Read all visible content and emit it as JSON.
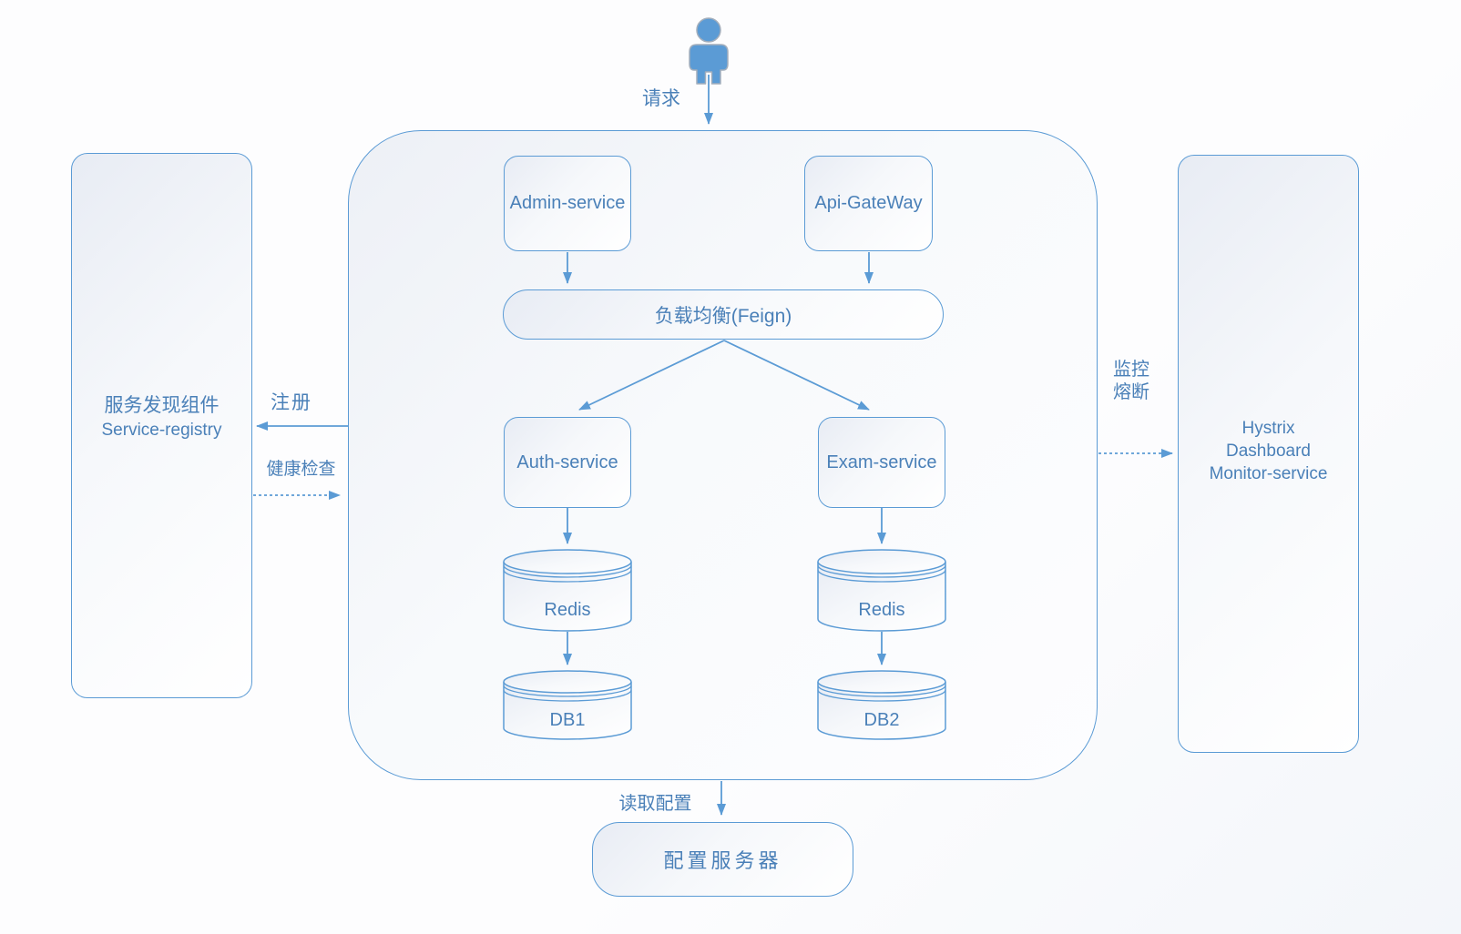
{
  "colors": {
    "stroke": "#5B9BD5",
    "text": "#4A80B8",
    "actor_icon": "#5B9BD5"
  },
  "actor": {
    "request_label": "请求"
  },
  "left_panel": {
    "title_cn": "服务发现组件",
    "title_en": "Service-registry"
  },
  "right_panel": {
    "line1": "Hystrix",
    "line2": "Dashboard",
    "line3": "Monitor-service"
  },
  "cluster": {
    "admin_service": "Admin-service",
    "api_gateway": "Api-GateWay",
    "load_balancer": "负载均衡(Feign)",
    "auth_service": "Auth-service",
    "exam_service": "Exam-service",
    "redis_left": "Redis",
    "redis_right": "Redis",
    "db_left": "DB1",
    "db_right": "DB2"
  },
  "edges": {
    "register": "注册",
    "health_check": "健康检查",
    "monitor": "监控",
    "circuit_break": "熔断",
    "read_config": "读取配置"
  },
  "config_server": {
    "label": "配置服务器"
  }
}
